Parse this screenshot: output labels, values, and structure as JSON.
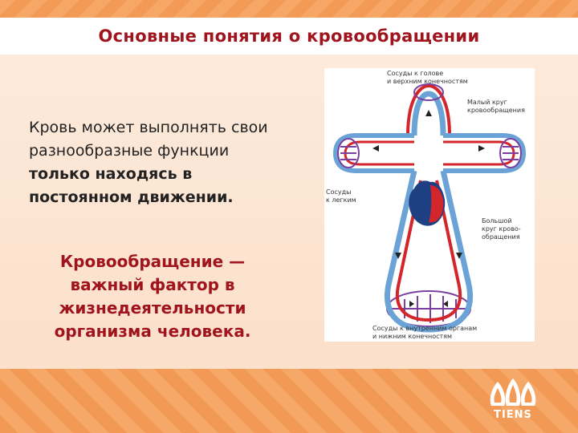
{
  "slide": {
    "title": "Основные понятия о кровообращении",
    "intro": {
      "line1": "Кровь может выполнять свои",
      "line2": "разнообразные функции",
      "bold_line1": "только находясь в",
      "bold_line2": "постоянном движении."
    },
    "key_statement": {
      "line1": "Кровообращение —",
      "line2": "важный фактор в",
      "line3": "жизнедеятельности",
      "line4": "организма человека."
    }
  },
  "figure": {
    "labels": {
      "head_vessels_1": "Сосуды к голове",
      "head_vessels_2": "и верхним конечностям",
      "small_circle_1": "Малый круг",
      "small_circle_2": "кровообращения",
      "lung_vessels_1": "Сосуды",
      "lung_vessels_2": "к легким",
      "big_circle_1": "Большой",
      "big_circle_2": "круг крово-",
      "big_circle_3": "обращения",
      "organ_vessels_1": "Сосуды к внутренним органам",
      "organ_vessels_2": "и нижним конечностям"
    },
    "colors": {
      "arterial": "#d3262b",
      "venous": "#6ba3d6",
      "capillary": "#7a3fa0"
    }
  },
  "brand": {
    "logo_text": "TIENS"
  }
}
